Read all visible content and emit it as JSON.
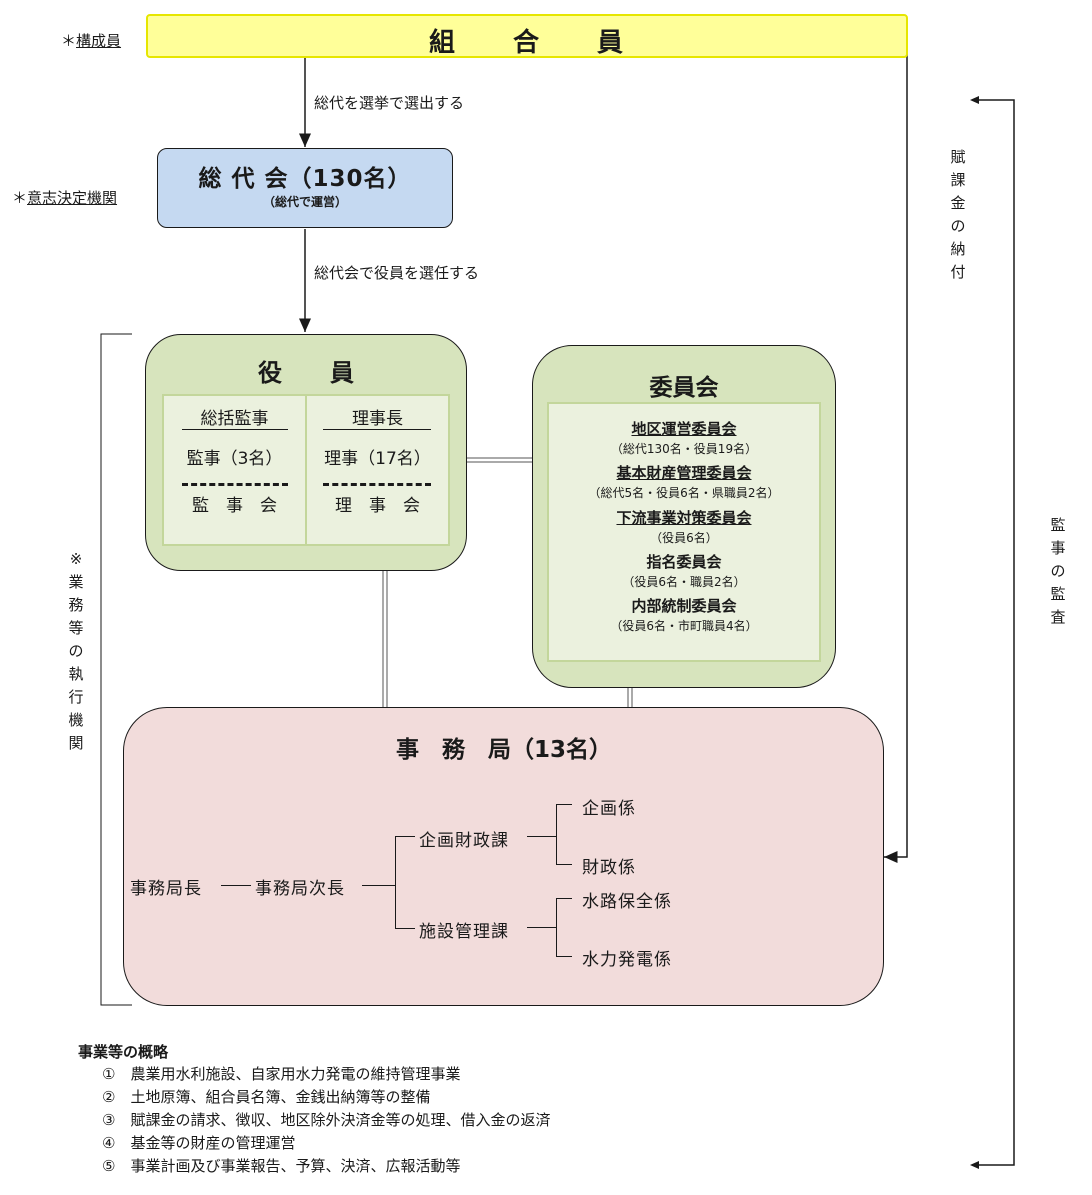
{
  "members": {
    "title": "組　　合　　員",
    "note_prefix": "＊",
    "note": "構成員"
  },
  "arrow1_label": "総代を選挙で選出する",
  "assembly": {
    "title": "総 代 会（130名）",
    "subtitle": "（総代で運営）",
    "note_prefix": "＊",
    "note": "意志決定機関"
  },
  "arrow2_label": "総代会で役員を選任する",
  "officers": {
    "title": "役　　員",
    "left": {
      "head": "総括監事",
      "body": "監事（3名）",
      "board": "監　事　会"
    },
    "right": {
      "head": "理事長",
      "body": "理事（17名）",
      "board": "理　事　会"
    }
  },
  "committee": {
    "title": "委員会",
    "items": [
      {
        "name": "地区運営委員会",
        "detail": "（総代130名・役員19名）"
      },
      {
        "name": "基本財産管理委員会",
        "detail": "（総代5名・役員6名・県職員2名）"
      },
      {
        "name": "下流事業対策委員会",
        "detail": "（役員6名）"
      },
      {
        "name": "指名委員会",
        "detail": "（役員6名・職員2名）"
      },
      {
        "name": "内部統制委員会",
        "detail": "（役員6名・市町職員4名）"
      }
    ]
  },
  "secretariat": {
    "title": "事　務　局（13名）",
    "director": "事務局長",
    "deputy": "事務局次長",
    "divisions": [
      {
        "name": "企画財政課",
        "sections": [
          "企画係",
          "財政係"
        ]
      },
      {
        "name": "施設管理課",
        "sections": [
          "水路保全係",
          "水力発電係"
        ]
      }
    ]
  },
  "exec_label": "※業務等の執行機関",
  "levy_label": "賦課金の納付",
  "audit_label": "監事の監査",
  "overview": {
    "title": "事業等の概略",
    "items": [
      "①　農業用水利施設、自家用水力発電の維持管理事業",
      "②　土地原簿、組合員名簿、金銭出納簿等の整備",
      "③　賦課金の請求、徴収、地区除外決済金等の処理、借入金の返済",
      "④　基金等の財産の管理運営",
      "⑤　事業計画及び事業報告、予算、決済、広報活動等"
    ]
  },
  "colors": {
    "members_fill": "#ffff99",
    "members_border": "#e6e600",
    "assembly_fill": "#c5d9f1",
    "officers_fill": "#d7e4bd",
    "inner_fill": "#ebf1de",
    "secretariat_fill": "#f2dcdb"
  }
}
